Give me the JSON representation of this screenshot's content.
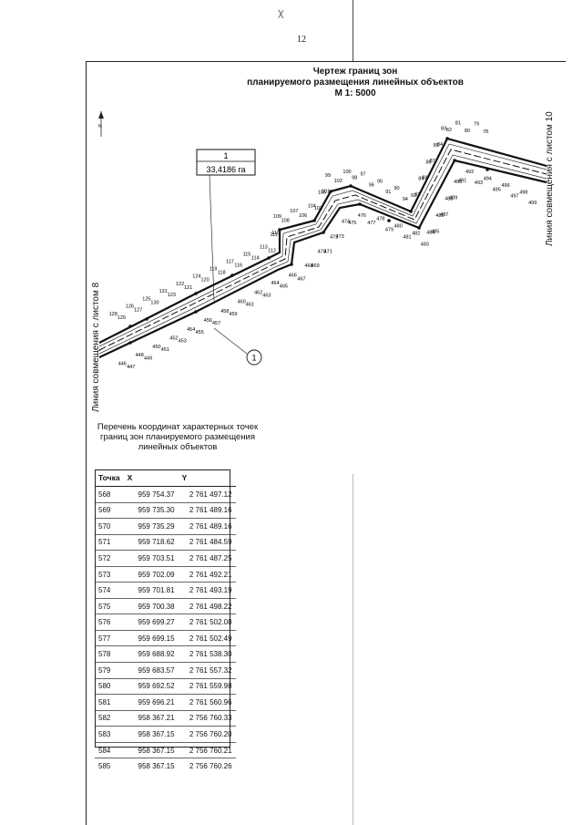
{
  "page_number": "12",
  "header_mark": "ꭓ",
  "title": {
    "line1": "Чертеж границ зон",
    "line2": "планируемого размещения линейных объектов",
    "scale": "М 1: 5000"
  },
  "north_label": "N",
  "area_box": {
    "number": "1",
    "area": "33,4186 га"
  },
  "callout_label": "1",
  "left_edge_label": "Линия совмещения с листом 8",
  "right_edge_label": "Линия совмещения с листом 10",
  "points_upper": [
    "128",
    "129",
    "126",
    "127",
    "125",
    "130",
    "131",
    "123",
    "122",
    "121",
    "124",
    "120",
    "119",
    "118",
    "117",
    "116",
    "115",
    "114",
    "113",
    "112",
    "111",
    "110",
    "109",
    "108",
    "107",
    "106",
    "104",
    "103",
    "105",
    "101",
    "99",
    "102",
    "100",
    "98",
    "97",
    "96",
    "95",
    "91",
    "90",
    "94",
    "93",
    "92",
    "89",
    "88",
    "86",
    "87",
    "85",
    "84",
    "83",
    "82",
    "81",
    "80",
    "79",
    "78"
  ],
  "points_lower": [
    "446",
    "447",
    "448",
    "449",
    "450",
    "451",
    "452",
    "453",
    "454",
    "455",
    "456",
    "457",
    "458",
    "459",
    "460",
    "461",
    "462",
    "463",
    "464",
    "465",
    "466",
    "467",
    "468",
    "469",
    "470",
    "471",
    "472",
    "473",
    "474",
    "475",
    "476",
    "477",
    "478",
    "479",
    "480",
    "481",
    "482",
    "483",
    "484",
    "485",
    "486",
    "487",
    "488",
    "489",
    "490",
    "491",
    "492",
    "493",
    "494",
    "495",
    "496",
    "497",
    "498",
    "499"
  ],
  "coordinates_list": {
    "title": "Перечень координат характерных точек границ зон планируемого размещения линейных объектов",
    "headers": [
      "Точка",
      "X",
      "Y"
    ],
    "rows": [
      [
        "568",
        "959 754.37",
        "2 761 497.12"
      ],
      [
        "569",
        "959 735.30",
        "2 761 489.16"
      ],
      [
        "570",
        "959 735.29",
        "2 761 489.16"
      ],
      [
        "571",
        "959 718.62",
        "2 761 484.59"
      ],
      [
        "572",
        "959 703.51",
        "2 761 487.25"
      ],
      [
        "573",
        "959 702.09",
        "2 761 492.21"
      ],
      [
        "574",
        "959 701.81",
        "2 761 493.19"
      ],
      [
        "575",
        "959 700.38",
        "2 761 498.22"
      ],
      [
        "576",
        "959 699.27",
        "2 761 502.08"
      ],
      [
        "577",
        "959 699.15",
        "2 761 502.49"
      ],
      [
        "578",
        "959 688.92",
        "2 761 538.30"
      ],
      [
        "579",
        "959 683.57",
        "2 761 557.32"
      ],
      [
        "580",
        "959 692.52",
        "2 761 559.98"
      ],
      [
        "581",
        "959 696.21",
        "2 761 560.96"
      ],
      [
        "582",
        "958 367.21",
        "2 756 760.33"
      ],
      [
        "583",
        "958 367.15",
        "2 756 760.20"
      ],
      [
        "584",
        "958 367.15",
        "2 756 760.21"
      ],
      [
        "585",
        "958 367.15",
        "2 756 760.26"
      ]
    ]
  }
}
